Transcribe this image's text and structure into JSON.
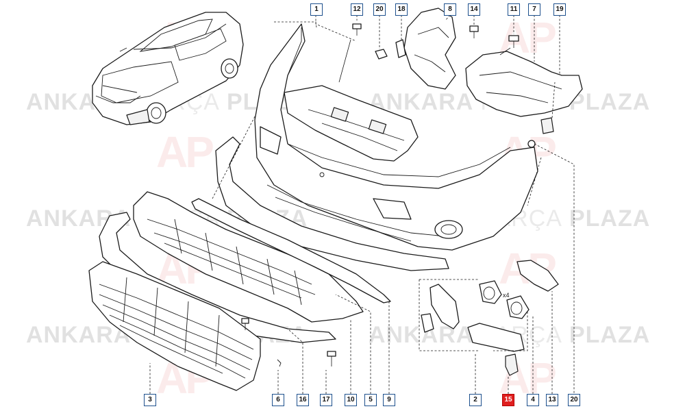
{
  "watermark": {
    "word1": "ANKARA",
    "word2": "PARÇA",
    "word3": "PLAZA",
    "logo": "AP"
  },
  "colors": {
    "callout_border": "#1c4f8c",
    "highlight": "#e01f1f",
    "line": "#1a1a1a"
  },
  "callouts": [
    {
      "id": "1",
      "label": "1"
    },
    {
      "id": "12",
      "label": "12"
    },
    {
      "id": "20-top",
      "label": "20"
    },
    {
      "id": "18",
      "label": "18"
    },
    {
      "id": "8",
      "label": "8"
    },
    {
      "id": "14",
      "label": "14"
    },
    {
      "id": "11",
      "label": "11"
    },
    {
      "id": "7",
      "label": "7"
    },
    {
      "id": "19",
      "label": "19"
    },
    {
      "id": "3",
      "label": "3"
    },
    {
      "id": "6",
      "label": "6"
    },
    {
      "id": "16",
      "label": "16"
    },
    {
      "id": "17",
      "label": "17"
    },
    {
      "id": "10",
      "label": "10"
    },
    {
      "id": "5",
      "label": "5"
    },
    {
      "id": "9",
      "label": "9"
    },
    {
      "id": "2",
      "label": "2"
    },
    {
      "id": "15",
      "label": "15",
      "highlighted": true
    },
    {
      "id": "4",
      "label": "4"
    },
    {
      "id": "13",
      "label": "13"
    },
    {
      "id": "20-bottom",
      "label": "20"
    }
  ],
  "annotations": {
    "qty_marker": "x4"
  }
}
